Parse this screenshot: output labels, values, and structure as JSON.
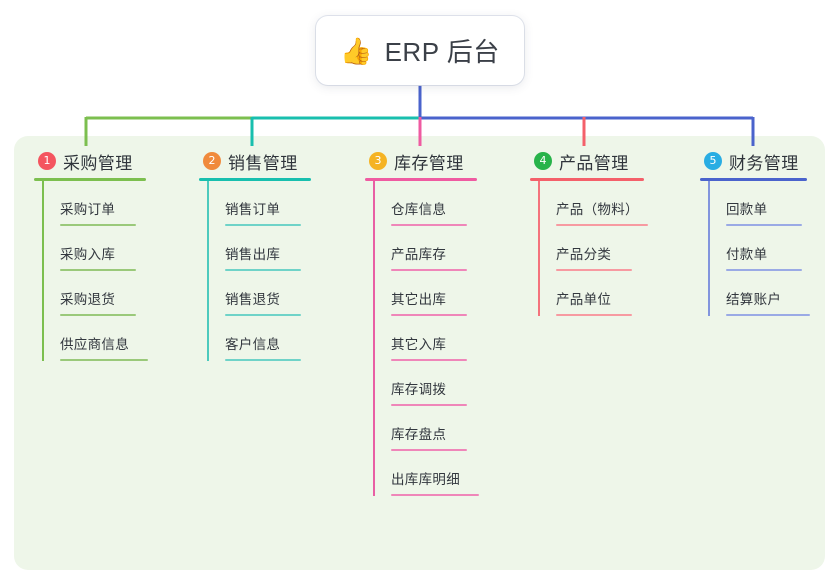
{
  "root": {
    "icon": "thumbs-up-icon",
    "emoji": "👍",
    "title": "ERP 后台"
  },
  "panel": {
    "background": "#eef6e9"
  },
  "chart_data": {
    "type": "tree",
    "title": "ERP 后台",
    "root_label": "ERP 后台",
    "branch_count": 5,
    "branches": [
      {
        "index": "1",
        "label": "采购管理",
        "children": [
          "采购订单",
          "采购入库",
          "采购退货",
          "供应商信息"
        ]
      },
      {
        "index": "2",
        "label": "销售管理",
        "children": [
          "销售订单",
          "销售出库",
          "销售退货",
          "客户信息"
        ]
      },
      {
        "index": "3",
        "label": "库存管理",
        "children": [
          "仓库信息",
          "产品库存",
          "其它出库",
          "其它入库",
          "库存调拨",
          "库存盘点",
          "出库库明细"
        ]
      },
      {
        "index": "4",
        "label": "产品管理",
        "children": [
          "产品（物料）",
          "产品分类",
          "产品单位"
        ]
      },
      {
        "index": "5",
        "label": "财务管理",
        "children": [
          "回款单",
          "付款单",
          "结算账户"
        ]
      }
    ]
  },
  "columns": [
    {
      "index": "1",
      "title": "采购管理",
      "badge_color": "#f4555f",
      "line_color": "#7cbf4f",
      "items": [
        {
          "label": "采购订单"
        },
        {
          "label": "采购入库"
        },
        {
          "label": "采购退货"
        },
        {
          "label": "供应商信息"
        }
      ]
    },
    {
      "index": "2",
      "title": "销售管理",
      "badge_color": "#f08a3c",
      "line_color": "#18bfae",
      "items": [
        {
          "label": "销售订单"
        },
        {
          "label": "销售出库"
        },
        {
          "label": "销售退货"
        },
        {
          "label": "客户信息"
        }
      ]
    },
    {
      "index": "3",
      "title": "库存管理",
      "badge_color": "#f5b323",
      "line_color": "#ef5ba1",
      "items": [
        {
          "label": "仓库信息"
        },
        {
          "label": "产品库存"
        },
        {
          "label": "其它出库"
        },
        {
          "label": "其它入库"
        },
        {
          "label": "库存调拨"
        },
        {
          "label": "库存盘点"
        },
        {
          "label": "出库库明细"
        }
      ]
    },
    {
      "index": "4",
      "title": "产品管理",
      "badge_color": "#27b martial",
      "items": [
        {
          "label": "产品（物料）"
        },
        {
          "label": "产品分类"
        },
        {
          "label": "产品单位"
        }
      ]
    },
    {
      "index": "5",
      "title": "财务管理",
      "badge_color": "#29ade3",
      "line_color": "#4a63cc",
      "items": [
        {
          "label": "回款单"
        },
        {
          "label": "付款单"
        },
        {
          "label": "结算账户"
        }
      ]
    }
  ],
  "connector_colors": {
    "trunk": "#4a63cc",
    "segment_left": "#7cbf4f",
    "segment_mid": "#18bfae",
    "segment_right": "#4a63cc",
    "drop_1": "#7cbf4f",
    "drop_2": "#18bfae",
    "drop_3": "#ef5ba1",
    "drop_4": "#f4606a",
    "drop_5": "#4a63cc"
  }
}
